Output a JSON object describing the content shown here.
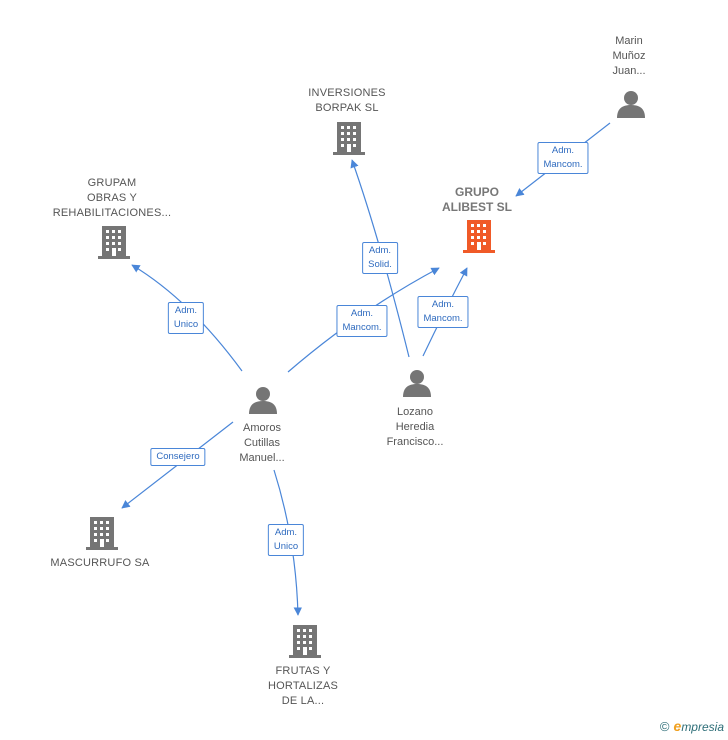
{
  "nodes": {
    "marin": {
      "lines": [
        "Marin",
        "Muñoz",
        "Juan..."
      ]
    },
    "inversiones": {
      "lines": [
        "INVERSIONES",
        "BORPAK  SL"
      ]
    },
    "grupo_alibest": {
      "lines": [
        "GRUPO",
        "ALIBEST  SL"
      ]
    },
    "grupam": {
      "lines": [
        "GRUPAM",
        "OBRAS Y",
        "REHABILITACIONES..."
      ]
    },
    "amoros": {
      "lines": [
        "Amoros",
        "Cutillas",
        "Manuel..."
      ]
    },
    "lozano": {
      "lines": [
        "Lozano",
        "Heredia",
        "Francisco..."
      ]
    },
    "mascurrufo": {
      "lines": [
        "MASCURRUFO SA"
      ]
    },
    "frutas": {
      "lines": [
        "FRUTAS Y",
        "HORTALIZAS",
        "DE LA..."
      ]
    }
  },
  "edges": {
    "marin_grupo": {
      "lines": [
        "Adm.",
        "Mancom."
      ]
    },
    "lozano_inversiones": {
      "lines": [
        "Adm.",
        "Solid."
      ]
    },
    "amoros_grupam": {
      "lines": [
        "Adm.",
        "Unico"
      ]
    },
    "amoros_grupo": {
      "lines": [
        "Adm.",
        "Mancom."
      ]
    },
    "lozano_grupo": {
      "lines": [
        "Adm.",
        "Mancom."
      ]
    },
    "amoros_mascurrufo": {
      "lines": [
        "Consejero"
      ]
    },
    "amoros_frutas": {
      "lines": [
        "Adm.",
        "Unico"
      ]
    }
  },
  "colors": {
    "edge": "#4a86d8",
    "icon": "#757575",
    "focus_icon": "#f05a28"
  },
  "brand": {
    "copyright": "©",
    "initial": "e",
    "rest": "mpresia"
  }
}
